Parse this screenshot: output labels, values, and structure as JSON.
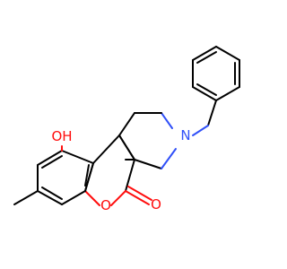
{
  "molecule": {
    "atoms": {
      "hydroxyl": {
        "label": "OH",
        "color": "#ff0d0d"
      },
      "ring_oxygen": {
        "label": "O",
        "color": "#ff0d0d"
      },
      "carbonyl_oxygen": {
        "label": "O",
        "color": "#ff0d0d"
      },
      "nitrogen": {
        "label": "N",
        "color": "#3050f8"
      }
    }
  }
}
